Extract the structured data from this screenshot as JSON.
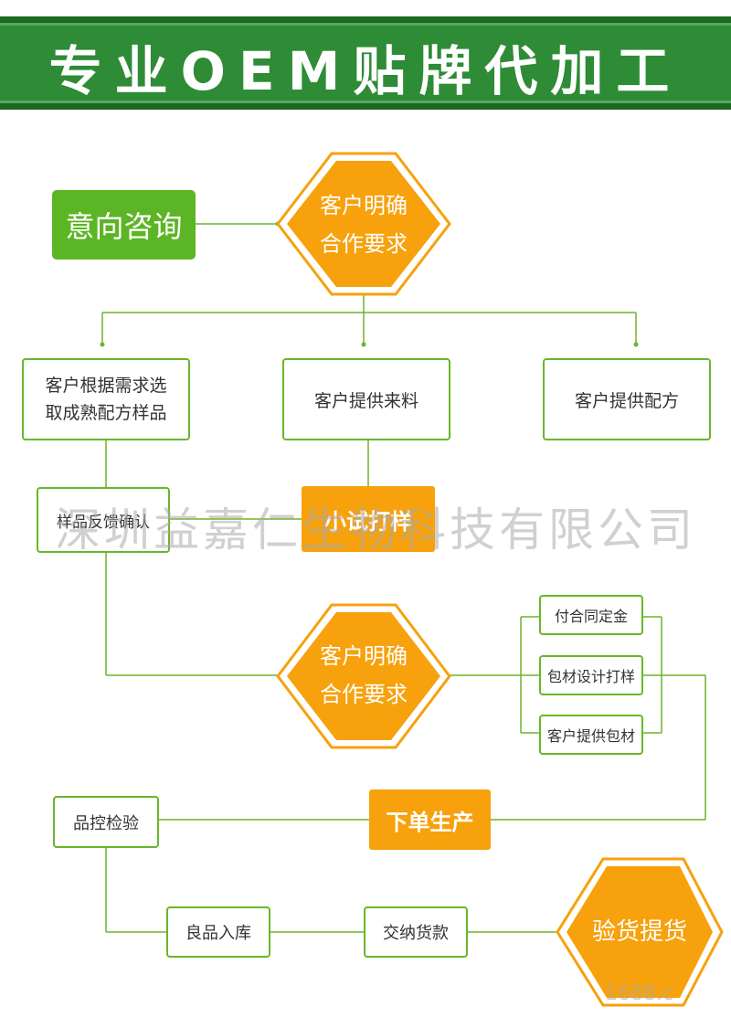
{
  "header": {
    "title": "专业OEM贴牌代加工"
  },
  "colors": {
    "green": "#5cb524",
    "orange": "#f7a10c",
    "dark_green": "#1a6b20",
    "border_green": "#6ab52a"
  },
  "flow": {
    "consult": "意向咨询",
    "hex1": {
      "line1": "客户明确",
      "line2": "合作要求"
    },
    "option_sample": {
      "line1": "客户根据需求选",
      "line2": "取成熟配方样品"
    },
    "option_material": "客户提供来料",
    "option_formula": "客户提供配方",
    "sample_feedback": "样品反馈确认",
    "trial": "小试打样",
    "hex2": {
      "line1": "客户明确",
      "line2": "合作要求"
    },
    "contract": "付合同定金",
    "packaging_design": "包材设计打样",
    "customer_packaging": "客户提供包材",
    "order": "下单生产",
    "qc": "品控检验",
    "warehouse": "良品入库",
    "payment": "交纳货款",
    "delivery": "验货提货"
  },
  "watermark": "深圳益嘉仁生物科技有限公司",
  "corner_watermark": "1688.c"
}
